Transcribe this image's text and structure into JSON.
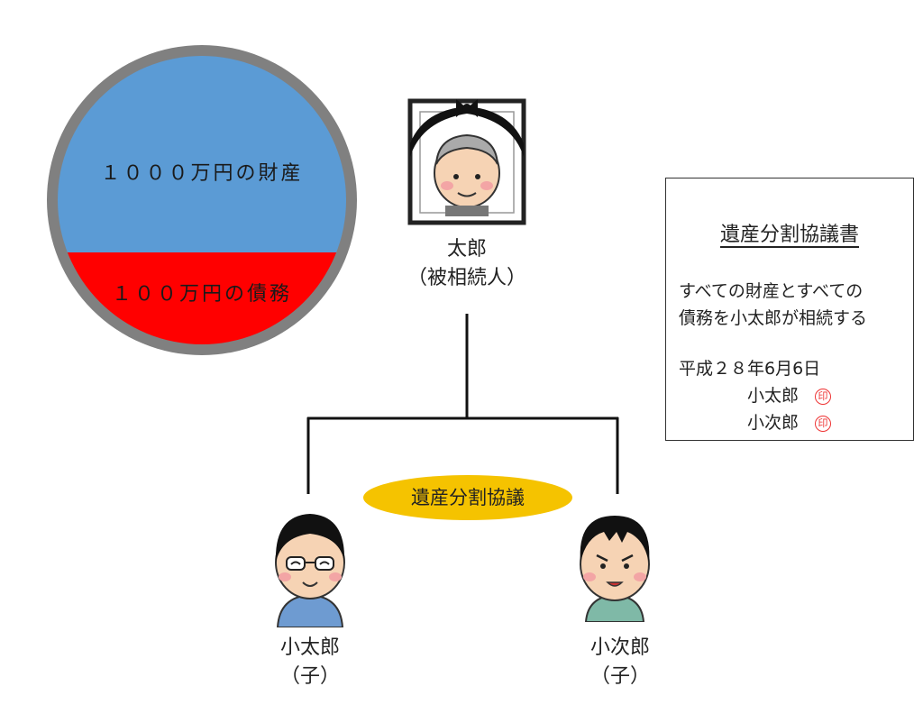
{
  "estate": {
    "assets_label": "１０００万円の財産",
    "debt_label": "１００万円の債務",
    "assets_color": "#5b9bd5",
    "debt_color": "#ff0000",
    "border_color": "#808080"
  },
  "decedent": {
    "name": "太郎",
    "role": "（被相続人）",
    "icon": "memorial-portrait-icon"
  },
  "heirs": [
    {
      "name": "小太郎",
      "role": "（子）",
      "icon": "child-with-glasses-icon"
    },
    {
      "name": "小次郎",
      "role": "（子）",
      "icon": "child-icon"
    }
  ],
  "negotiation": {
    "label": "遺産分割協議",
    "color": "#f5c300"
  },
  "document": {
    "title": "遺産分割協議書",
    "body_line1": "すべての財産とすべての",
    "body_line2": "債務を小太郎が相続する",
    "date": "平成２８年6月6日",
    "signer1": "小太郎",
    "signer2": "小次郎",
    "seal_mark": "印"
  }
}
